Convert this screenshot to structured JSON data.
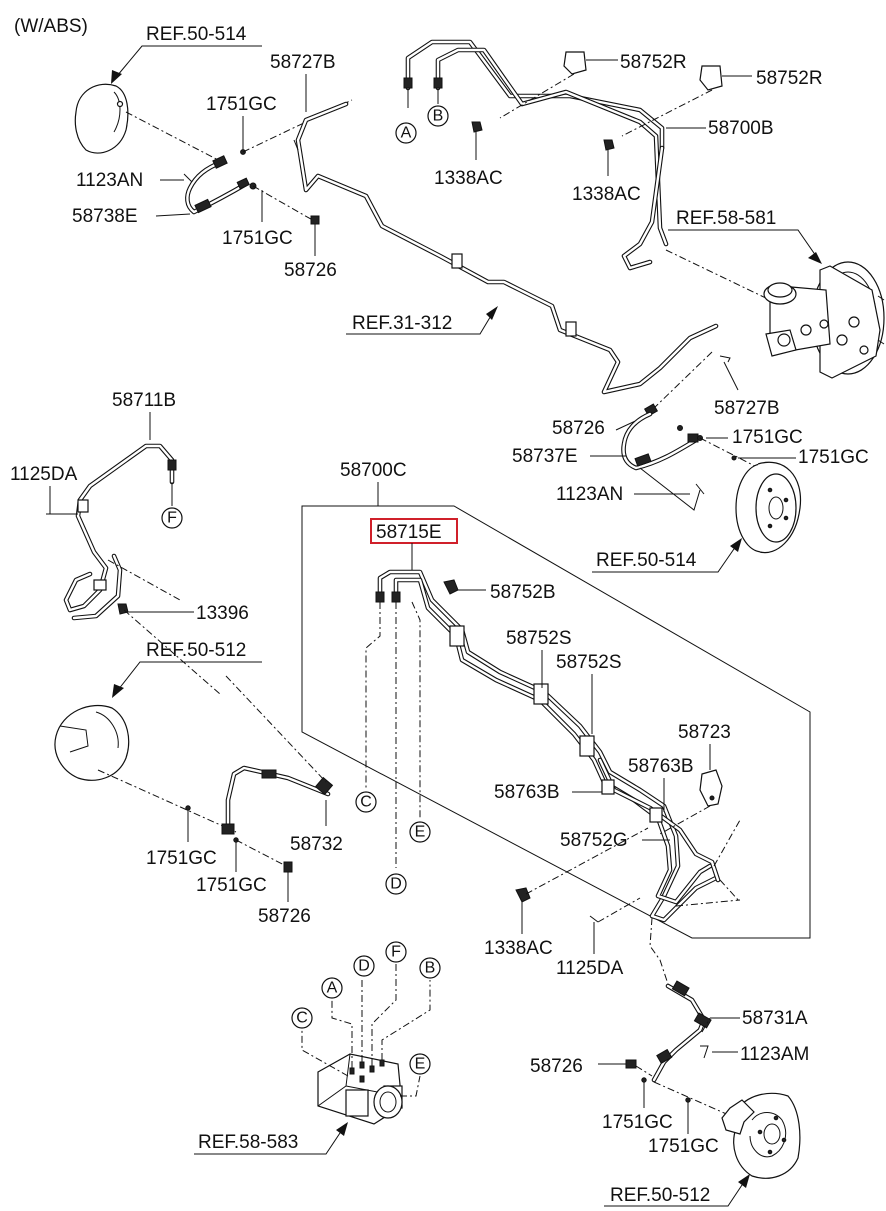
{
  "variant_note": "(W/ABS)",
  "highlighted_part": "58715E",
  "labels": {
    "ref_50_514_top": "REF.50-514",
    "p58727B_top": "58727B",
    "p1751GC_a": "1751GC",
    "p1123AN_top": "1123AN",
    "p58738E": "58738E",
    "p1751GC_b": "1751GC",
    "p58726_top": "58726",
    "ref_31_312": "REF.31-312",
    "p58752R_a": "58752R",
    "p58752R_b": "58752R",
    "p58700B": "58700B",
    "p1338AC_a": "1338AC",
    "p1338AC_b": "1338AC",
    "ref_58_581": "REF.58-581",
    "p58727B_right": "58727B",
    "p58726_right": "58726",
    "p1751GC_c": "1751GC",
    "p58737E": "58737E",
    "p1751GC_d": "1751GC",
    "p1123AN_right": "1123AN",
    "ref_50_514_right": "REF.50-514",
    "p58711B": "58711B",
    "p1125DA_left": "1125DA",
    "p13396": "13396",
    "p58700C": "58700C",
    "p58715E": "58715E",
    "p58752B": "58752B",
    "p58752S_a": "58752S",
    "p58752S_b": "58752S",
    "p58723": "58723",
    "p58763B_a": "58763B",
    "p58763B_b": "58763B",
    "p58752G": "58752G",
    "p1338AC_c": "1338AC",
    "p1125DA_mid": "1125DA",
    "ref_50_512_left": "REF.50-512",
    "p58732": "58732",
    "p1751GC_e": "1751GC",
    "p1751GC_f": "1751GC",
    "p58726_left": "58726",
    "p58731A": "58731A",
    "p58726_bottom": "58726",
    "p1123AM": "1123AM",
    "p1751GC_g": "1751GC",
    "p1751GC_h": "1751GC",
    "ref_50_512_bottom": "REF.50-512",
    "ref_58_583": "REF.58-583"
  },
  "connectors": {
    "A_top": "A",
    "B_top": "B",
    "F_left": "F",
    "C_mid": "C",
    "E_mid": "E",
    "D_mid": "D",
    "A_abs": "A",
    "D_abs": "D",
    "F_abs": "F",
    "B_abs": "B",
    "C_abs": "C",
    "E_abs": "E"
  },
  "colors": {
    "line": "#111111",
    "highlight": "#d0202a",
    "background": "#ffffff"
  }
}
